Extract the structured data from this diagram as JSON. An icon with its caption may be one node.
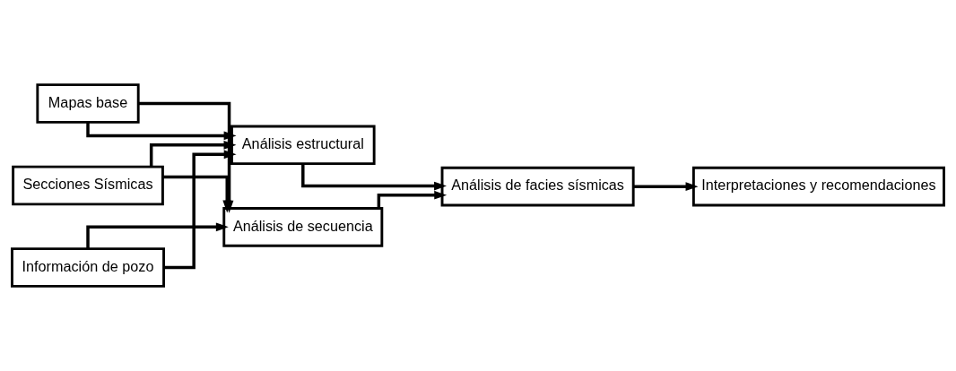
{
  "diagram": {
    "nodes": [
      {
        "text": [
          "Mapas base"
        ]
      },
      {
        "text": [
          "Secciones Sísmicas"
        ]
      },
      {
        "text": [
          "Información de pozo"
        ]
      },
      {
        "text": [
          "Análisis estructural"
        ]
      },
      {
        "text": [
          "Análisis de secuencia"
        ]
      },
      {
        "text": [
          "Análisis de facies sísmicas"
        ]
      },
      {
        "text": [
          "Interpretaciones y recomendaciones"
        ]
      }
    ],
    "edges": [
      {
        "from": 0,
        "to": 3,
        "arrow": "to"
      },
      {
        "from": 0,
        "to": 4,
        "arrow": "to"
      },
      {
        "from": 1,
        "to": 3,
        "arrow": "to"
      },
      {
        "from": 1,
        "to": 4,
        "arrow": "to"
      },
      {
        "from": 2,
        "to": 3,
        "arrow": "to"
      },
      {
        "from": 2,
        "to": 4,
        "arrow": "to"
      },
      {
        "from": 3,
        "to": 5,
        "arrow": "to"
      },
      {
        "from": 4,
        "to": 5,
        "arrow": "to"
      },
      {
        "from": 5,
        "to": 6,
        "arrow": "to"
      }
    ]
  }
}
